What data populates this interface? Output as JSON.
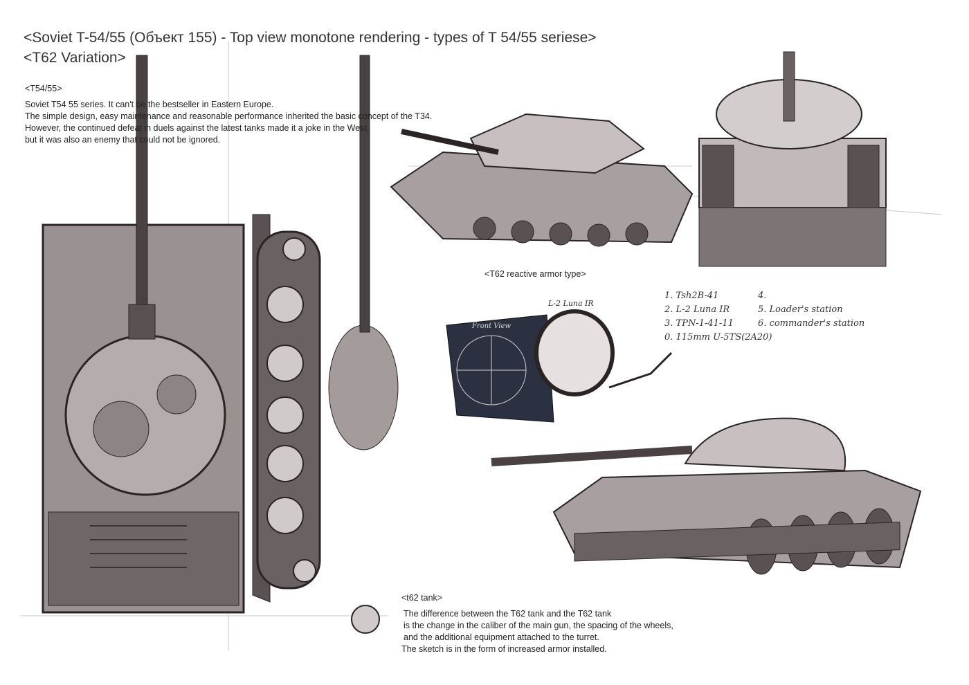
{
  "header": {
    "title": "<Soviet T-54/55 (Объект 155) - Top view monotone rendering - types of T 54/55 seriese>",
    "subtitle": "<T62 Variation>"
  },
  "t54_section": {
    "heading": "<T54/55>",
    "lines": [
      "Soviet T54 55 series. It can't be the bestseller in Eastern Europe.",
      "The simple design, easy maintenance and reasonable performance inherited the basic concept of the T34.",
      "However, the continued defeat in duels against the latest tanks made it a joke in the West,",
      "but it was also an enemy that could not be ignored."
    ]
  },
  "reactive_caption": "<T62 reactive armor type>",
  "annotations": {
    "sight_label": "L-2 Luna IR",
    "front_view": "Front View",
    "legend": [
      "1. Tsh2B-41",
      "2. L-2 Luna IR",
      "3. TPN-1-41-11",
      "0. 115mm U-5TS(2A20)",
      "4.",
      "5. Loader's station",
      "6. commander's station"
    ]
  },
  "t62_section": {
    "heading": "<t62 tank>",
    "lines": [
      "The difference between the T62 tank and the T62 tank",
      "is the change in the caliber of the main gun, the spacing of the wheels,",
      "and the additional equipment attached to the turret.",
      "The sketch is in the form of increased armor installed."
    ]
  },
  "colors": {
    "ink": "#2a2424",
    "shade": "#6b6262",
    "paper": "#ffffff",
    "blueprint": "#2b3140"
  }
}
